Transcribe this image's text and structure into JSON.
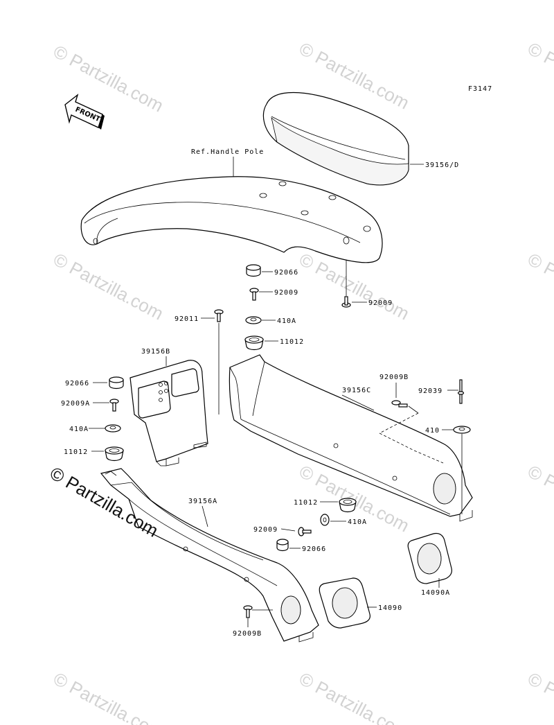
{
  "figure_code": "F3147",
  "front_arrow_text": "FRONT",
  "ref_note": "Ref.Handle Pole",
  "watermark_text": "© Partzilla.com",
  "labels": {
    "p39156D": "39156/D",
    "p92066_a": "92066",
    "p92009_a": "92009",
    "p92009_b": "92009",
    "p92011": "92011",
    "p410A_a": "410A",
    "p11012_a": "11012",
    "p39156B": "39156B",
    "p92066_b": "92066",
    "p92009A": "92009A",
    "p410A_b": "410A",
    "p11012_b": "11012",
    "p39156C": "39156C",
    "p92009B_a": "92009B",
    "p92039": "92039",
    "p410": "410",
    "p39156A": "39156A",
    "p11012_c": "11012",
    "p410A_c": "410A",
    "p92009_c": "92009",
    "p92066_c": "92066",
    "p14090": "14090",
    "p14090A": "14090A",
    "p92009B_b": "92009B"
  }
}
